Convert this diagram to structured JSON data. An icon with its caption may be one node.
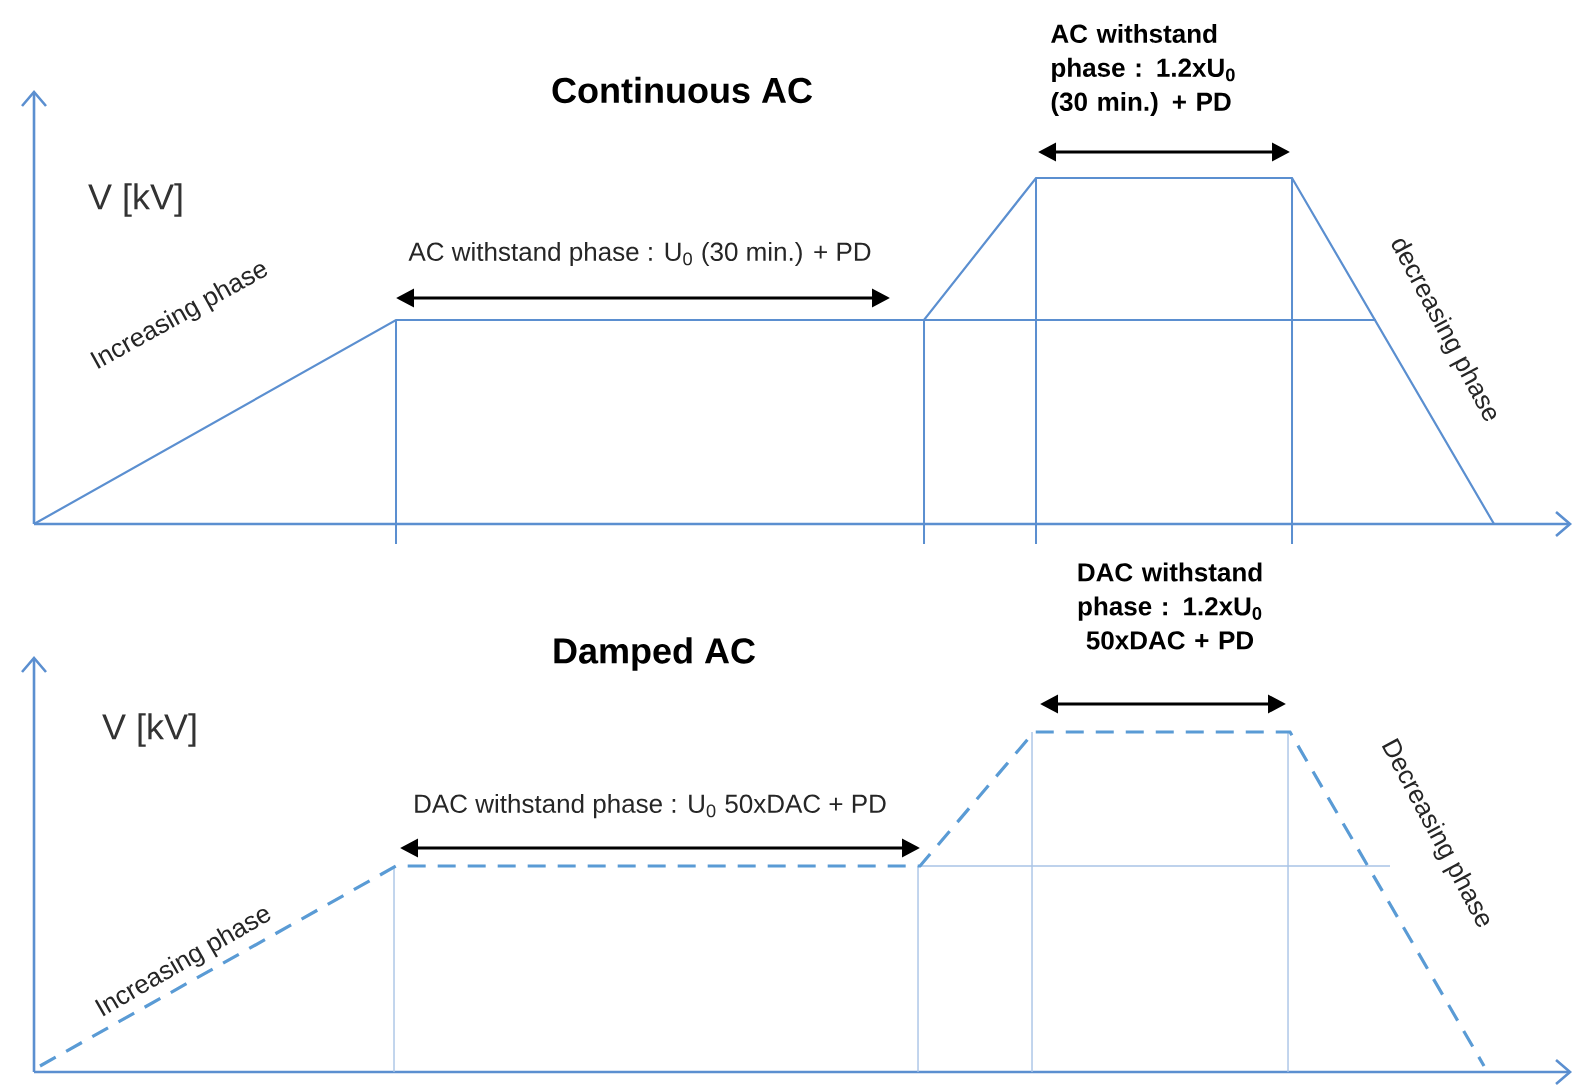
{
  "diagram": {
    "labels": [
      "Continuous AC",
      "V [kV]",
      "AC withstand phase : 1.2xU$_{0}$ (30 min.) + PD",
      "AC withstand phase : U$_{0}$ (30 min.) + PD",
      "Increasing phase",
      "decreasing phase",
      "Damped AC",
      "V [kV]",
      "DAC withstand phase : 1.2xU$_{0}$ 50xDAC + PD",
      "DAC withstand phase : U$_{0}$ 50xDAC + PD",
      "Increasing phase",
      "Decreasing phase"
    ]
  }
}
